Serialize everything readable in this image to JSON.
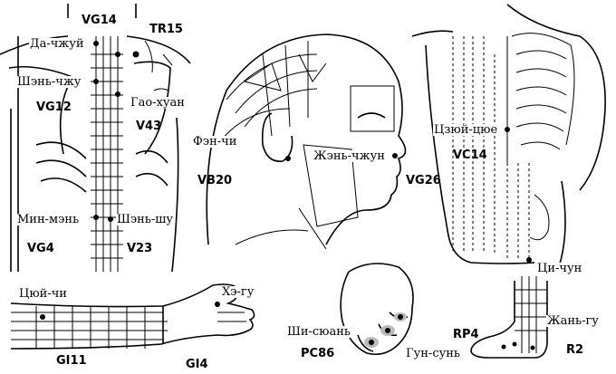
{
  "figures": {
    "back": {
      "points": {
        "da_zhui": "Да-чжуй",
        "shen_zhu": "Шэнь-чжу",
        "ming_men": "Мин-мэнь",
        "shen_shu": "Шэнь-шу",
        "gao_huan": "Гао-хуан"
      },
      "codes": {
        "vg14": "VG14",
        "tr15": "TR15",
        "vg12": "VG12",
        "v43": "V43",
        "vg4": "VG4",
        "v23": "V23"
      }
    },
    "head": {
      "points": {
        "feng_chi": "Фэн-чи",
        "zhen_zhong": "Жэнь-чжун"
      },
      "codes": {
        "vb20": "VB20",
        "vg26": "VG26"
      }
    },
    "torso": {
      "points": {
        "zu_san_li": "Цзюй-цюе"
      },
      "codes": {
        "vc14": "VC14"
      }
    },
    "arm": {
      "points": {
        "qu_chi": "Цюй-чи",
        "he_gu": "Хэ-гу"
      },
      "codes": {
        "gi11": "GI11",
        "gi4": "GI4"
      }
    },
    "hand_tips": {
      "points": {
        "shi_xuan": "Ши-сюань"
      },
      "codes": {
        "pc86": "PC86"
      }
    },
    "leg": {
      "points": {
        "qi_chong": "Ци-чун",
        "ran_gu": "Жань-гу",
        "gong_sun": "Гун-сунь"
      },
      "codes": {
        "rp4": "RP4",
        "r2": "R2"
      }
    }
  }
}
